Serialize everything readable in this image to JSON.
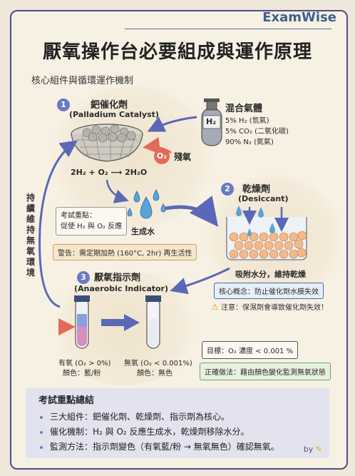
{
  "brand": "ExamWise",
  "title": "厭氧操作台必要組成與運作原理",
  "subtitle": "核心組件與循環運作機制",
  "catalyst": {
    "number": "1",
    "name": "鈀催化劑",
    "name_en": "(Palladium Catalyst)",
    "reaction": "2H₂ + O₂ ⟶ 2H₂O",
    "exam_note_line1": "考試重點：",
    "exam_note_line2": "促使 H₂ 與 O₂ 反應",
    "warning": "警告：需定期加熱 (160°C, 2hr) 再生活性"
  },
  "gas_mix": {
    "title": "混合氣體",
    "cylinder_label": "H₂",
    "lines": [
      "5% H₂ (氫氣)",
      "5% CO₂ (二氧化碳)",
      "90% N₂ (氮氣)"
    ]
  },
  "residual_o2": {
    "badge": "O₂",
    "label": "殘氧"
  },
  "water_label": "生成水",
  "desiccant": {
    "number": "2",
    "name": "乾燥劑",
    "name_en": "(Desiccant)",
    "caption": "吸附水分，維持乾燥",
    "concept": "核心概念：防止催化劑水膜失效",
    "note": "注意：保濕劑會導致催化劑失效！"
  },
  "indicator": {
    "number": "3",
    "name": "厭氧指示劑",
    "name_en": "(Anaerobic Indicator)",
    "aerobic_line1": "有氧 (O₂ > 0%)",
    "aerobic_line2": "顏色：藍/粉",
    "anaerobic_line1": "無氧 (O₂ < 0.001%)",
    "anaerobic_line2": "顏色：無色",
    "target": "目標：O₂ 濃度 < 0.001 %",
    "correct_method": "正確做法：藉由顏色變化監測無氧狀態"
  },
  "cycle_label": "持續維持無氧環境",
  "summary": {
    "title": "考試重點總結",
    "items": [
      "三大組件：鈀催化劑、乾燥劑、指示劑為核心。",
      "催化機制：H₂ 與 O₂ 反應生成水，乾燥劑移除水分。",
      "監測方法：指示劑變色（有氧藍/粉 → 無氧無色）確認無氧。"
    ],
    "signature": "by"
  },
  "colors": {
    "frame": "#4a4f86",
    "badge": "#6b7bc2",
    "arrow": "#5b68b8",
    "o2_red": "#e26a5a",
    "warning_bg": "#f6e6cb",
    "concept_bg": "#e8eef7",
    "green_bg": "#e7f1df",
    "summary_bg": "#e3e2ef"
  }
}
